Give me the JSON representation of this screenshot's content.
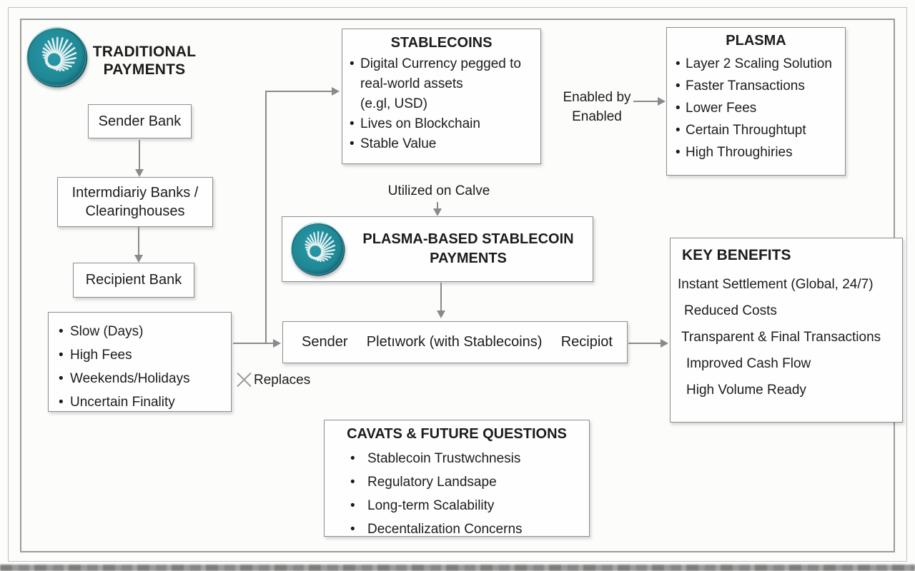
{
  "diagram": {
    "traditional": {
      "title": "TRADITIONAL\nPAYMENTS",
      "sender_bank": "Sender Bank",
      "intermediary": "Intermdiariy Banks /\nClearinghouses",
      "recipient_bank": "Recipient Bank",
      "drawbacks": [
        "Slow (Days)",
        "High Fees",
        "Weekends/Holidays",
        "Uncertain Finality"
      ]
    },
    "stablecoins": {
      "title": "STABLECOINS",
      "bullets": [
        "Digital Currency pegged to\nreal-world assets\n(e.gl, USD)",
        "Lives on Blockchain",
        "Stable Value"
      ]
    },
    "plasma": {
      "title": "PLASMA",
      "bullets": [
        "Layer 2 Scaling Solution",
        "Faster Transactions",
        "Lower Fees",
        "Certain Throughtupt",
        "High Throughiries"
      ]
    },
    "plasma_payments": {
      "title": "PLASMA-BASED STABLECOIN\nPAYMENTS"
    },
    "flow": {
      "sender": "Sender",
      "network": "Pletıwork (with Stablecoins)",
      "recipient": "Recipiot"
    },
    "key_benefits": {
      "title": "KEY BENEFITS",
      "items": [
        "Instant Settlement (Global, 24/7)",
        "Reduced Costs",
        "Transparent & Final Transactions",
        "Improved Cash Flow",
        "High Volume Ready"
      ]
    },
    "caveats": {
      "title": "CAVATS & FUTURE QUESTIONS",
      "bullets": [
        "Stablecoin Trustwchnesis",
        "Regulatory Landsape",
        "Long-term Scalability",
        "Decentalization Concerns"
      ]
    },
    "labels": {
      "enabled_by": "Enabled by",
      "enabled": "Enabled",
      "utilized": "Utilized on Calve",
      "replaces": "Replaces"
    }
  },
  "colors": {
    "coin_teal": "#1f8794",
    "coin_teal_light": "#2a9aa8",
    "coin_teal_dark": "#0f5a66",
    "coin_spoke_white": "#f2f7f7",
    "line_gray": "#8a8a8a",
    "border_gray": "#8e8e8e",
    "text": "#1c1c1c"
  }
}
